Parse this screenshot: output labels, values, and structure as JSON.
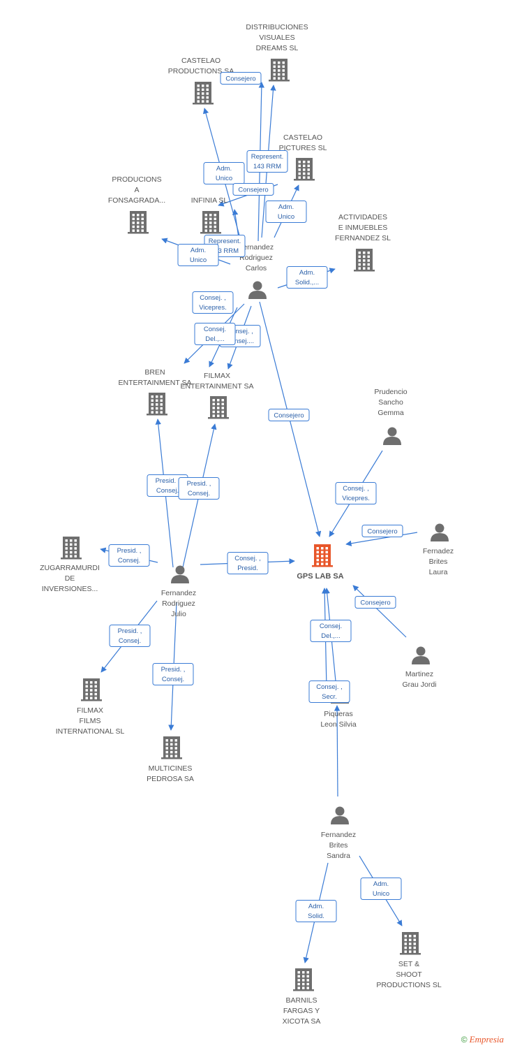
{
  "nodes": [
    {
      "id": "gps",
      "type": "company",
      "center": true,
      "label": [
        "GPS LAB SA"
      ]
    },
    {
      "id": "distribuciones",
      "type": "company",
      "label": [
        "DISTRIBUCIONES",
        "VISUALES",
        "DREAMS SL"
      ]
    },
    {
      "id": "castelao_prod",
      "type": "company",
      "label": [
        "CASTELAO",
        "PRODUCTIONS SA"
      ]
    },
    {
      "id": "castelao_pict",
      "type": "company",
      "label": [
        "CASTELAO",
        "PICTURES  SL"
      ]
    },
    {
      "id": "producions",
      "type": "company",
      "label": [
        "PRODUCIONS",
        "A",
        "FONSAGRADA..."
      ]
    },
    {
      "id": "infinia",
      "type": "company",
      "label": [
        "INFINIA SL"
      ]
    },
    {
      "id": "actividades",
      "type": "company",
      "label": [
        "ACTIVIDADES",
        "E INMUEBLES",
        "FERNANDEZ SL"
      ]
    },
    {
      "id": "carlos",
      "type": "person",
      "label": [
        "Fernandez",
        "Rodriguez",
        "Carlos"
      ]
    },
    {
      "id": "bren",
      "type": "company",
      "label": [
        "BREN",
        "ENTERTAINMENT SA"
      ]
    },
    {
      "id": "filmax_ent",
      "type": "company",
      "label": [
        "FILMAX",
        "ENTERTAINMENT SA"
      ]
    },
    {
      "id": "prudencio",
      "type": "person",
      "label": [
        "Prudencio",
        "Sancho",
        "Gemma"
      ]
    },
    {
      "id": "laura",
      "type": "person",
      "label": [
        "Fernadez",
        "Brites",
        "Laura"
      ]
    },
    {
      "id": "zugarramurdi",
      "type": "company",
      "label": [
        "ZUGARRAMURDI",
        "DE",
        "INVERSIONES..."
      ]
    },
    {
      "id": "julio",
      "type": "person",
      "label": [
        "Fernandez",
        "Rodriguez",
        "Julio"
      ]
    },
    {
      "id": "jordi",
      "type": "person",
      "label": [
        "Martinez",
        "Grau Jordi"
      ]
    },
    {
      "id": "filmax_films",
      "type": "company",
      "label": [
        "FILMAX",
        "FILMS",
        "INTERNATIONAL SL"
      ]
    },
    {
      "id": "multicines",
      "type": "company",
      "label": [
        "MULTICINES",
        "PEDROSA SA"
      ]
    },
    {
      "id": "silvia",
      "type": "person",
      "label": [
        "Piqueras",
        "Leon Silvia"
      ]
    },
    {
      "id": "sandra",
      "type": "person",
      "label": [
        "Fernandez",
        "Brites",
        "Sandra"
      ]
    },
    {
      "id": "barnils",
      "type": "company",
      "label": [
        "BARNILS",
        "FARGAS Y",
        "XICOTA SA"
      ]
    },
    {
      "id": "set",
      "type": "company",
      "label": [
        "SET &",
        "SHOOT",
        "PRODUCTIONS SL"
      ]
    }
  ],
  "edges": [
    {
      "from": "carlos",
      "to": "distribuciones",
      "label": [
        "Represent.",
        "143 RRM"
      ]
    },
    {
      "from": "carlos",
      "to": "distribuciones",
      "label": [
        "Consejero"
      ]
    },
    {
      "from": "carlos",
      "to": "castelao_prod",
      "label": [
        "Adm.",
        "Unico"
      ]
    },
    {
      "from": "carlos",
      "to": "castelao_pict",
      "label": [
        "Adm.",
        "Unico"
      ]
    },
    {
      "from": "carlos",
      "to": "infinia",
      "label": [
        "Consejero"
      ]
    },
    {
      "from": "carlos",
      "to": "infinia",
      "label": [
        "Represent.",
        "143 RRM"
      ]
    },
    {
      "from": "carlos",
      "to": "producions",
      "label": [
        "Adm.",
        "Unico"
      ]
    },
    {
      "from": "carlos",
      "to": "actividades",
      "label": [
        "Adm.",
        "Solid.,..."
      ]
    },
    {
      "from": "carlos",
      "to": "bren",
      "label": [
        "Consej. ,",
        "Vicepres."
      ]
    },
    {
      "from": "carlos",
      "to": "filmax_ent",
      "label": [
        "Consej. ,",
        "Consej...."
      ]
    },
    {
      "from": "carlos",
      "to": "bren",
      "label": [
        "Consej.",
        "Del.,..."
      ]
    },
    {
      "from": "carlos",
      "to": "gps",
      "label": [
        "Consejero"
      ]
    },
    {
      "from": "prudencio",
      "to": "gps",
      "label": [
        "Consej. ,",
        "Vicepres."
      ]
    },
    {
      "from": "laura",
      "to": "gps",
      "label": [
        "Consejero"
      ]
    },
    {
      "from": "jordi",
      "to": "gps",
      "label": [
        "Consejero"
      ]
    },
    {
      "from": "silvia",
      "to": "gps",
      "label": [
        "Consej.",
        "Del.,..."
      ]
    },
    {
      "from": "silvia",
      "to": "gps",
      "label": [
        "Consej. ,",
        "Secr."
      ]
    },
    {
      "from": "sandra",
      "to": "gps",
      "label": []
    },
    {
      "from": "julio",
      "to": "gps",
      "label": [
        "Consej. ,",
        "Presid."
      ]
    },
    {
      "from": "julio",
      "to": "bren",
      "label": [
        "Presid. ,",
        "Consej."
      ]
    },
    {
      "from": "julio",
      "to": "filmax_ent",
      "label": [
        "Presid. ,",
        "Consej."
      ]
    },
    {
      "from": "julio",
      "to": "zugarramurdi",
      "label": [
        "Presid. ,",
        "Consej."
      ]
    },
    {
      "from": "julio",
      "to": "filmax_films",
      "label": [
        "Presid. ,",
        "Consej."
      ]
    },
    {
      "from": "julio",
      "to": "multicines",
      "label": [
        "Presid. ,",
        "Consej."
      ]
    },
    {
      "from": "sandra",
      "to": "barnils",
      "label": [
        "Adm.",
        "Solid."
      ]
    },
    {
      "from": "sandra",
      "to": "set",
      "label": [
        "Adm.",
        "Unico"
      ]
    }
  ],
  "footer": {
    "copyright": "©",
    "brand": "Empresia"
  },
  "colors": {
    "edge": "#3a7bd5",
    "node": "#6e6e6e",
    "center": "#e8562a"
  }
}
